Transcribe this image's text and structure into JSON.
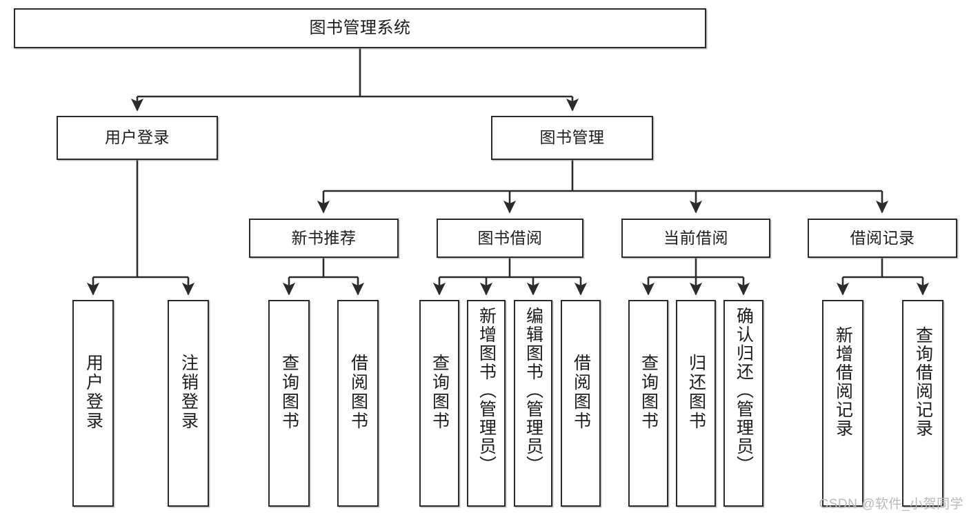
{
  "diagram": {
    "title_node": {
      "label": "图书管理系统"
    },
    "level2": [
      {
        "id": "user-login",
        "label": "用户登录"
      },
      {
        "id": "book-management",
        "label": "图书管理"
      }
    ],
    "level3": [
      {
        "id": "new-book-recommend",
        "label": "新书推荐"
      },
      {
        "id": "book-borrow",
        "label": "图书借阅"
      },
      {
        "id": "current-borrow",
        "label": "当前借阅"
      },
      {
        "id": "borrow-record",
        "label": "借阅记录"
      }
    ],
    "leaves": [
      {
        "id": "leaf-user-login",
        "label": "用户登录"
      },
      {
        "id": "leaf-logout-login",
        "label": "注销登录"
      },
      {
        "id": "leaf-query-book-1",
        "label": "查询图书"
      },
      {
        "id": "leaf-borrow-book-1",
        "label": "借阅图书"
      },
      {
        "id": "leaf-query-book-2",
        "label": "查询图书"
      },
      {
        "id": "leaf-add-book-admin",
        "label": "新增图书（管理员）"
      },
      {
        "id": "leaf-edit-book-admin",
        "label": "编辑图书（管理员）"
      },
      {
        "id": "leaf-borrow-book-2",
        "label": "借阅图书"
      },
      {
        "id": "leaf-query-book-3",
        "label": "查询图书"
      },
      {
        "id": "leaf-return-book",
        "label": "归还图书"
      },
      {
        "id": "leaf-confirm-return-admin",
        "label": "确认归还（管理员）"
      },
      {
        "id": "leaf-add-borrow-record",
        "label": "新增借阅记录"
      },
      {
        "id": "leaf-query-borrow-record",
        "label": "查询借阅记录"
      }
    ],
    "watermark": "CSDN @软件_小贺同学",
    "colors": {
      "stroke": "#2b2b2b",
      "fill": "#ffffff",
      "text": "#1c1c1c",
      "watermark": "#b9b9b9"
    }
  }
}
